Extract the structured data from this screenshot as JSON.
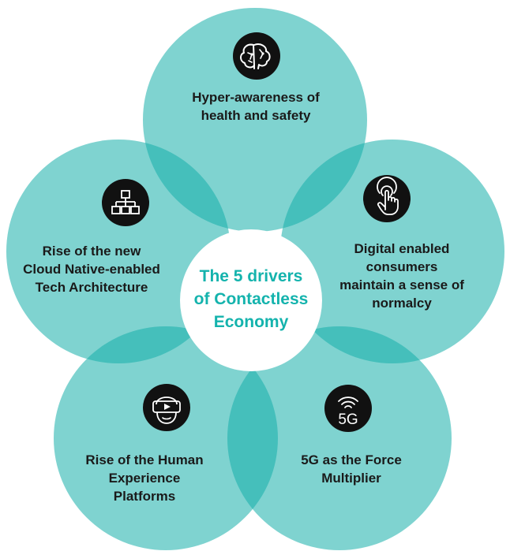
{
  "center": {
    "lines": [
      "The 5 drivers",
      "of Contactless",
      "Economy"
    ],
    "color": "#14b3ad"
  },
  "colors": {
    "circle": "#7fd3d0",
    "overlap": "#45bfbb",
    "icon_bg": "#111111",
    "icon_fg": "#ffffff",
    "text": "#1a1a1a"
  },
  "drivers": [
    {
      "icon": "brain-icon",
      "lines": [
        "Hyper-awareness of",
        "health and safety"
      ]
    },
    {
      "icon": "touch-hand-icon",
      "lines": [
        "Digital enabled",
        "consumers",
        "maintain a sense of",
        "normalcy"
      ]
    },
    {
      "icon": "5g-signal-icon",
      "icon_text": "5G",
      "lines": [
        "5G as the Force",
        "Multiplier"
      ]
    },
    {
      "icon": "vr-headset-icon",
      "lines": [
        "Rise of the Human",
        "Experience",
        "Platforms"
      ]
    },
    {
      "icon": "network-hierarchy-icon",
      "lines": [
        "Rise of the new",
        "Cloud Native-enabled",
        "Tech Architecture"
      ]
    }
  ]
}
